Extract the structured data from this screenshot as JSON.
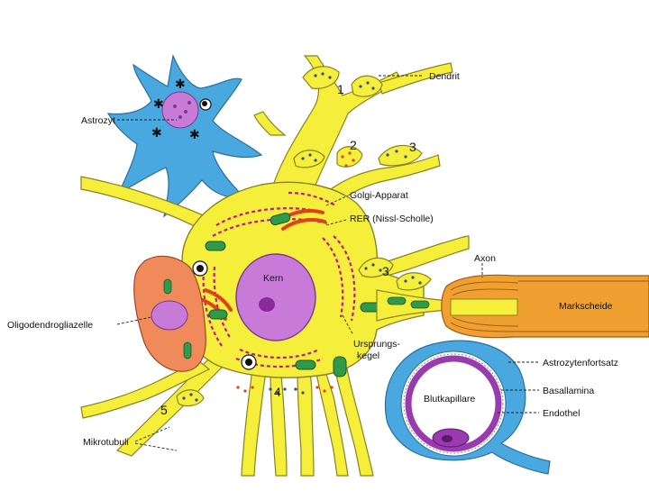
{
  "labels": {
    "astrozyt": "Astrozyt",
    "dendrit": "Dendrit",
    "golgi": "Golgi-Apparat",
    "rer": "RER (Nissl-Scholle)",
    "axon": "Axon",
    "markscheide": "Markscheide",
    "oligo": "Oligodendrogliazelle",
    "kern": "Kern",
    "ursprungskegel_1": "Ursprungs-",
    "ursprungskegel_2": "kegel",
    "astrozytenfortsatz": "Astrozytenfortsatz",
    "basallamina": "Basallamina",
    "blutkapillare": "Blutkapillare",
    "endothel": "Endothel",
    "mikrotubuli": "Mikrotubuli"
  },
  "synapse_numbers": {
    "n1": "1",
    "n2": "2",
    "n3a": "3",
    "n3b": "3",
    "n4": "4",
    "n5": "5"
  },
  "colors": {
    "neuron": "#f5ef3c",
    "neuron_outline": "#8a8220",
    "astrocyte": "#4aa8e0",
    "oligodendrocyte": "#f08a5a",
    "nucleus": "#c77ad8",
    "rer": "#c2188f",
    "golgi": "#e0401c",
    "mitochondria": "#2e9a4a",
    "myelin": "#f0a030",
    "capillary": "#9a3ab0"
  }
}
